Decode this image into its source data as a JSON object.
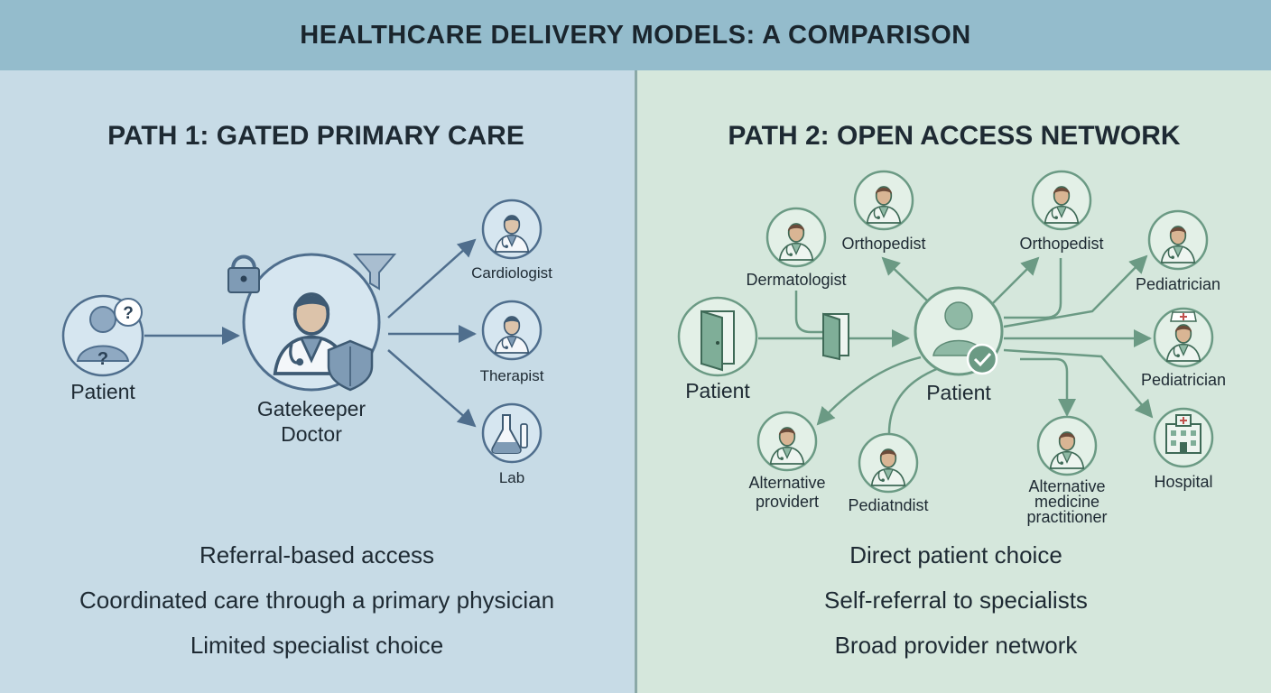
{
  "header": {
    "title": "HEALTHCARE DELIVERY MODELS: A COMPARISON"
  },
  "colors": {
    "header_bg": "#94bccc",
    "left_panel": "#c7dbe6",
    "right_panel": "#d5e7dc",
    "left_accent": "#4f6e8d",
    "right_accent": "#6b9a84"
  },
  "path1": {
    "title": "PATH 1: GATED PRIMARY CARE",
    "patient_label": "Patient",
    "gatekeeper_label_line1": "Gatekeeper",
    "gatekeeper_label_line2": "Doctor",
    "destinations": [
      {
        "label": "Cardiologist",
        "icon": "cardiologist-icon"
      },
      {
        "label": "Therapist",
        "icon": "therapist-icon"
      },
      {
        "label": "Lab",
        "icon": "lab-flask-icon"
      }
    ],
    "bullets": [
      "Referral-based access",
      "Coordinated care through a primary physician",
      "Limited specialist choice"
    ]
  },
  "path2": {
    "title": "PATH 2: OPEN ACCESS NETWORK",
    "entry_label": "Patient",
    "center_label": "Patient",
    "providers": {
      "dermatologist": "Dermatologist",
      "orthopedist_1": "Orthopedist",
      "orthopedist_2": "Orthopedist",
      "pediatrician_1": "Pediatrician",
      "pediatrician_2": "Pediatrician",
      "hospital": "Hospital",
      "alt_provider_line1": "Alternative",
      "alt_provider_line2": "providert",
      "podiatrist": "Pediatndist",
      "alt_medicine_line1": "Alternative",
      "alt_medicine_line2": "medicine",
      "alt_medicine_line3": "practitioner"
    },
    "bullets": [
      "Direct patient choice",
      "Self-referral to specialists",
      "Broad provider network"
    ]
  }
}
